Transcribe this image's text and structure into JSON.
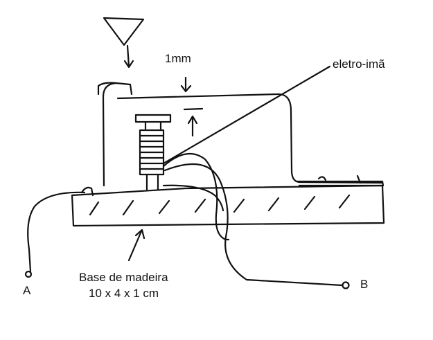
{
  "diagram": {
    "labels": {
      "gap": "1mm",
      "electromagnet": "eletro-imã",
      "base_line1": "Base de madeira",
      "base_line2": "10 x 4 x 1 cm",
      "terminal_a": "A",
      "terminal_b": "B"
    },
    "ink_color": "#111111"
  }
}
